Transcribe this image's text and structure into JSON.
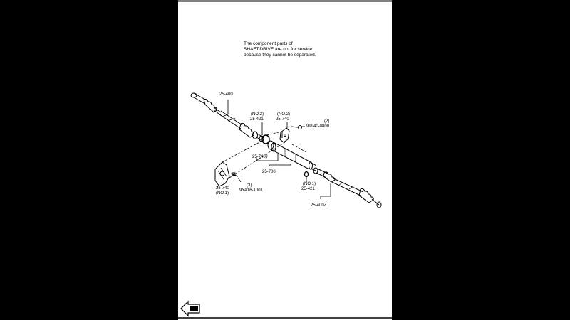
{
  "note": {
    "line1": "The component parts of",
    "line2": "SHAFT,DRIVE are not for service",
    "line3": "because they cannot be separated."
  },
  "labels": {
    "p25_400": "25-400",
    "no2_a": "(NO.2)",
    "p25_421_a": "25-421",
    "no2_b": "(NO.2)",
    "p25_740_a": "25-740",
    "qty2": "(2)",
    "p99940": "99940-0800",
    "p25_740j": "25-740J",
    "p25_700": "25-700",
    "p25_740_b": "25-740",
    "no1_a": "(NO.1)",
    "qty3": "(3)",
    "p9ya": "9YA16-1001",
    "no1_b": "(NO.1)",
    "p25_421_b": "25-421",
    "p25_400z": "25-400Z"
  },
  "colors": {
    "frame": "#000000",
    "sheet": "#ffffff",
    "ink": "#000000"
  },
  "icons": {
    "corner": "front-arrow-icon"
  }
}
